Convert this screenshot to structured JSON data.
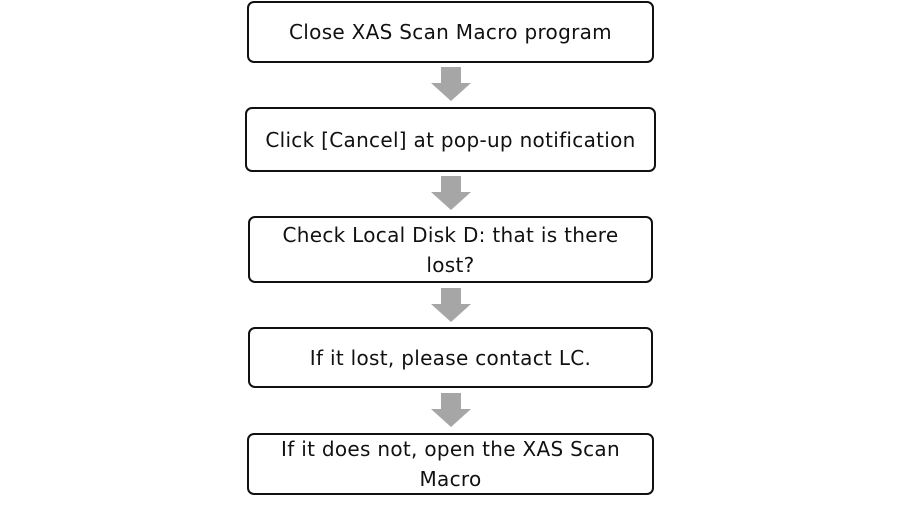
{
  "colors": {
    "box_border": "#111111",
    "box_fill": "#ffffff",
    "arrow_fill": "#a6a6a6",
    "text": "#111111"
  },
  "steps": [
    {
      "text": "Close XAS Scan Macro program"
    },
    {
      "text": "Click [Cancel] at pop-up notification"
    },
    {
      "text": "Check Local Disk D: that is there lost?"
    },
    {
      "text": "If it lost, please contact LC."
    },
    {
      "text": "If it does not, open the XAS Scan Macro"
    }
  ],
  "connectors": [
    {
      "icon": "down-arrow-icon"
    },
    {
      "icon": "down-arrow-icon"
    },
    {
      "icon": "down-arrow-icon"
    },
    {
      "icon": "down-arrow-icon"
    }
  ]
}
